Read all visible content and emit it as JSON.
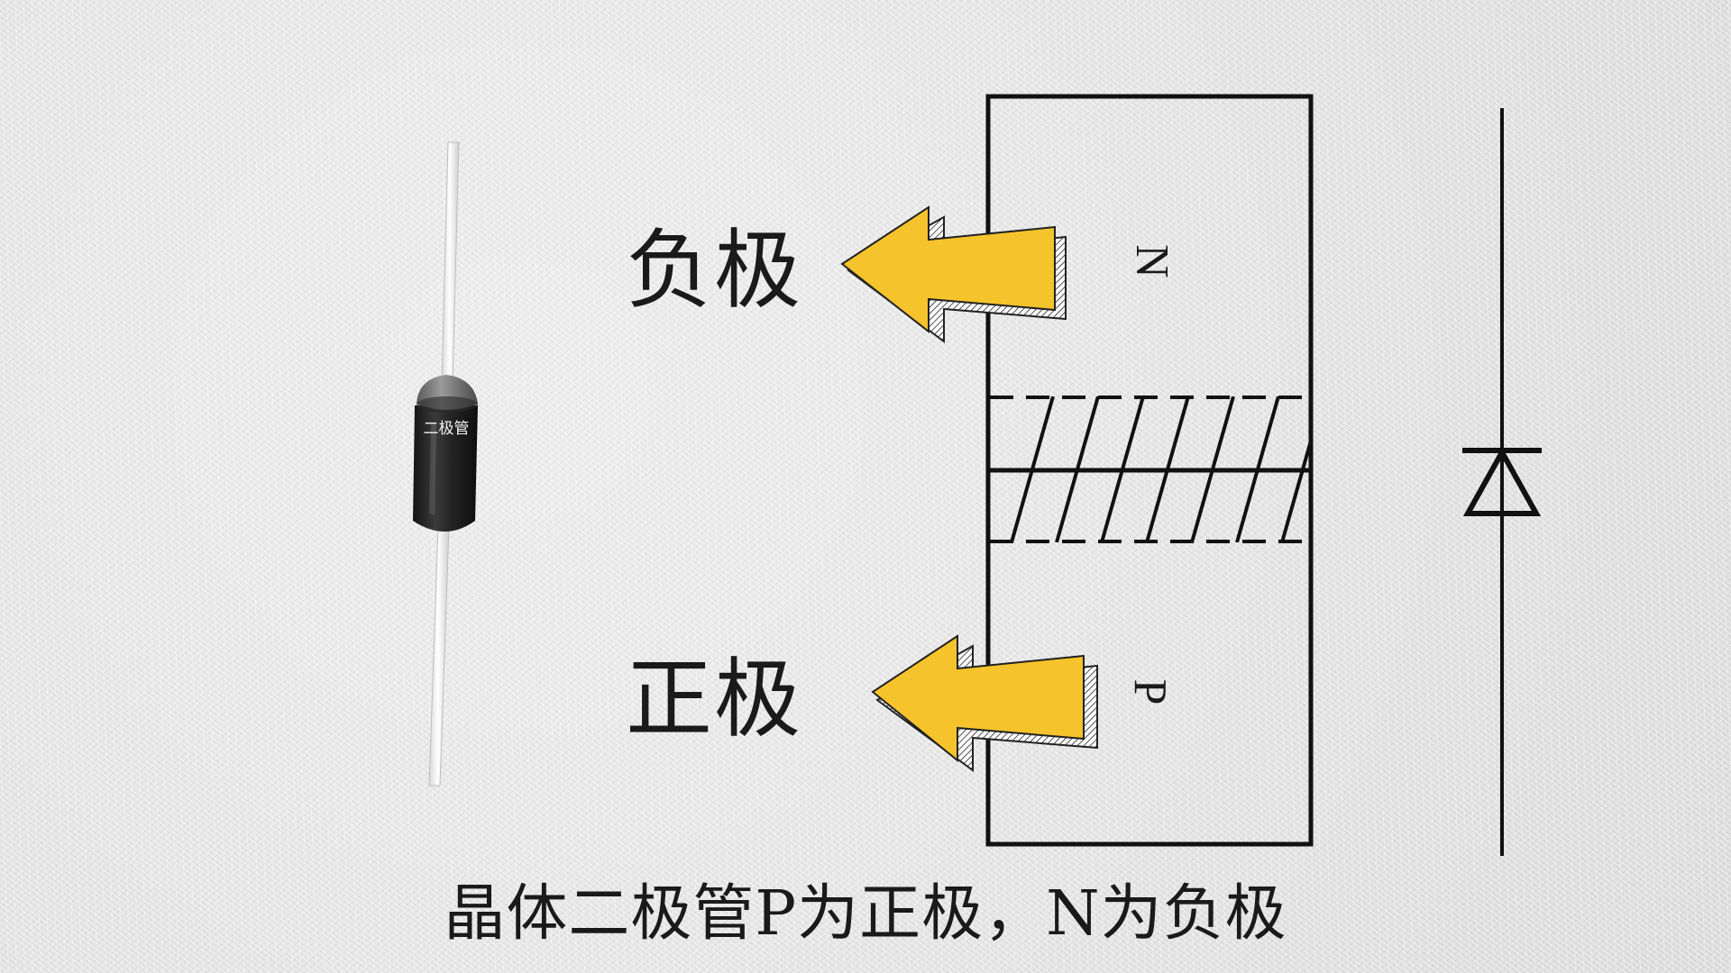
{
  "diagram": {
    "labels": {
      "cathode": "负极",
      "anode": "正极",
      "n_region": "N",
      "p_region": "P"
    },
    "component_print": "二极管",
    "caption": "晶体二极管P为正极，N为负极",
    "colors": {
      "arrow_fill": "#f5c42c",
      "line": "#111111",
      "diode_body": "#1e1e1e",
      "diode_band": "#7a7a7a",
      "lead": "#f4f4f4"
    },
    "icons": {
      "component": "axial-diode-icon",
      "symbol": "diode-symbol-icon",
      "arrow": "left-arrow-icon"
    }
  }
}
